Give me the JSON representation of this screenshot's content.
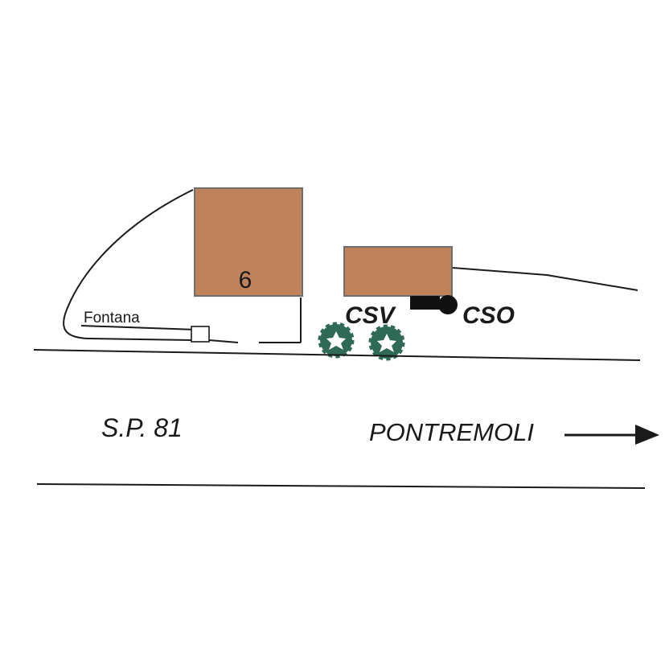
{
  "map": {
    "building_6_label": "6",
    "fountain_label": "Fontana",
    "csv_label": "CSV",
    "cso_label": "CSO",
    "road_label": "S.P. 81",
    "direction_label": "PONTREMOLI"
  },
  "colors": {
    "building_fill": "#c0825a",
    "building_stroke": "#6e6e6e",
    "tree_fill": "#2e6a55",
    "line": "#1a1a1a"
  },
  "icons": {
    "arrow": "arrow-right-icon",
    "tree": "tree-icon",
    "fountain": "fountain-icon",
    "csv_marker": "filled-rectangle-icon",
    "cso_marker": "filled-circle-icon"
  }
}
